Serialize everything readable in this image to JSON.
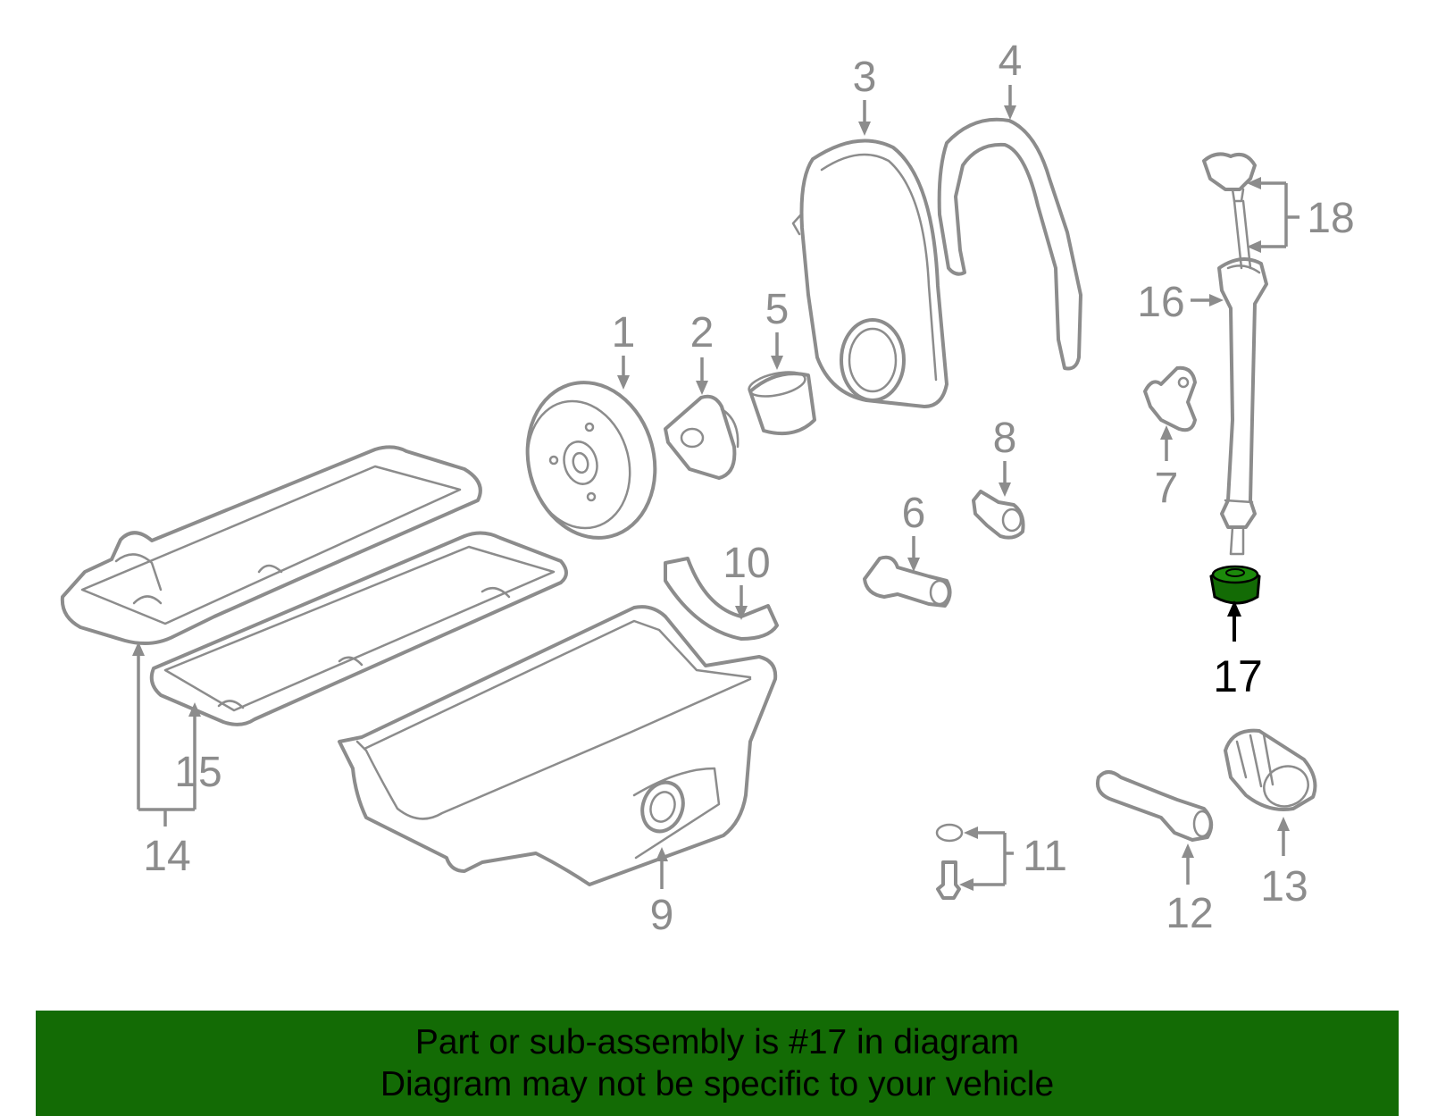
{
  "diagram": {
    "callouts": [
      "1",
      "2",
      "3",
      "4",
      "5",
      "6",
      "7",
      "8",
      "9",
      "10",
      "11",
      "12",
      "13",
      "14",
      "15",
      "16",
      "17",
      "18"
    ],
    "highlighted_callout": "17",
    "highlight_color": "#136b05",
    "line_color": "#8c8c8c"
  },
  "banner": {
    "line1": "Part or sub-assembly is #17 in diagram",
    "line2": "Diagram may not be specific to your vehicle",
    "background": "#136b05"
  }
}
